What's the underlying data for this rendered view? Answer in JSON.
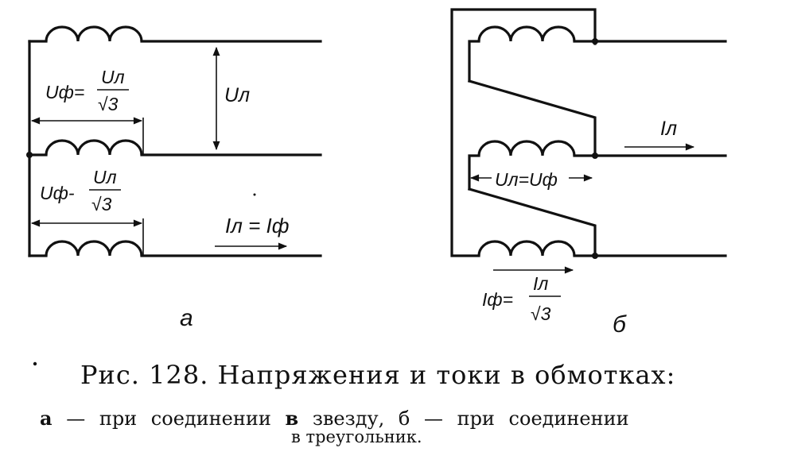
{
  "figure": {
    "panel_a": {
      "label": "а",
      "u_phase_top": {
        "lhs": "Uф=",
        "num": "Uл",
        "den": "√3"
      },
      "u_phase_mid": {
        "lhs": "Uф-",
        "num": "Uл",
        "den": "√3"
      },
      "u_line": "Uл",
      "current": "Iл = Iф"
    },
    "panel_b": {
      "label": "б",
      "current_line": "Iл",
      "voltage": "Uл=Uф",
      "current_phase": {
        "lhs": "Iф=",
        "num": "Iл",
        "den": "√3"
      }
    }
  },
  "caption": {
    "title": "Рис. 128. Напряжения и токи в обмотках:",
    "line1_a": "а",
    "line1_mid": " — при соединении ",
    "line1_b": "в",
    "line1_rest": " звезду, б — при соединении",
    "line2": "в треугольник."
  }
}
